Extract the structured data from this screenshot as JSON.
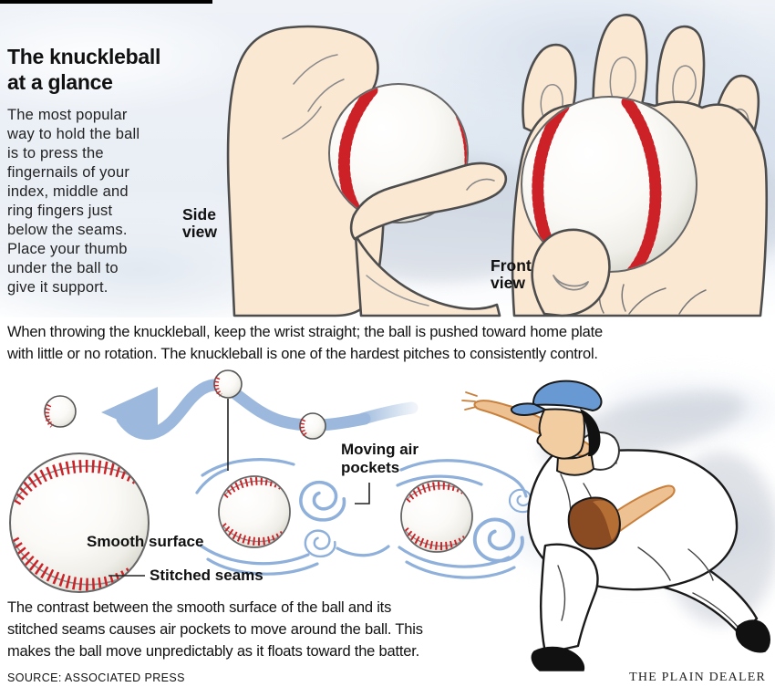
{
  "header": {
    "title": "The knuckleball\nat a glance",
    "intro": "The most popular\nway to hold the ball\nis to press the\nfingernails of your\nindex, middle and\nring fingers just\nbelow the seams.\nPlace your thumb\nunder the ball to\ngive it support."
  },
  "grip_section": {
    "side_view_label": "Side\nview",
    "front_view_label": "Front\nview"
  },
  "throw_note": "When throwing the knuckleball, keep the wrist straight; the ball is pushed toward home plate\nwith little or no rotation.  The knuckleball is one of the hardest pitches to consistently control.",
  "flight_section": {
    "air_pockets_label": "Moving air\npockets",
    "smooth_surface_label": "Smooth surface",
    "stitched_seams_label": "Stitched seams"
  },
  "explanation": "The contrast between the smooth surface of the ball and its\nstitched seams causes air pockets to move around the ball. This\nmakes the ball move unpredictably as it floats toward the batter.",
  "footer": {
    "source": "SOURCE: ASSOCIATED PRESS",
    "credit": "THE PLAIN DEALER"
  },
  "icons": {
    "path_arrow": "left-arrowhead",
    "air_swirl": "air-vortex-spiral"
  },
  "colors": {
    "stitch_red": "#cc2127",
    "seam_gray": "#8a8a8a",
    "flow_blue": "#8fb0da",
    "path_blue": "#9cb9dd",
    "sky_blue": "#e3eaf2",
    "skin_light": "#fbe8d3",
    "skin_tan": "#eec193",
    "cap_blue": "#6899d2",
    "glove_brown": "#8a4a22",
    "ink": "#1a1a1a"
  }
}
